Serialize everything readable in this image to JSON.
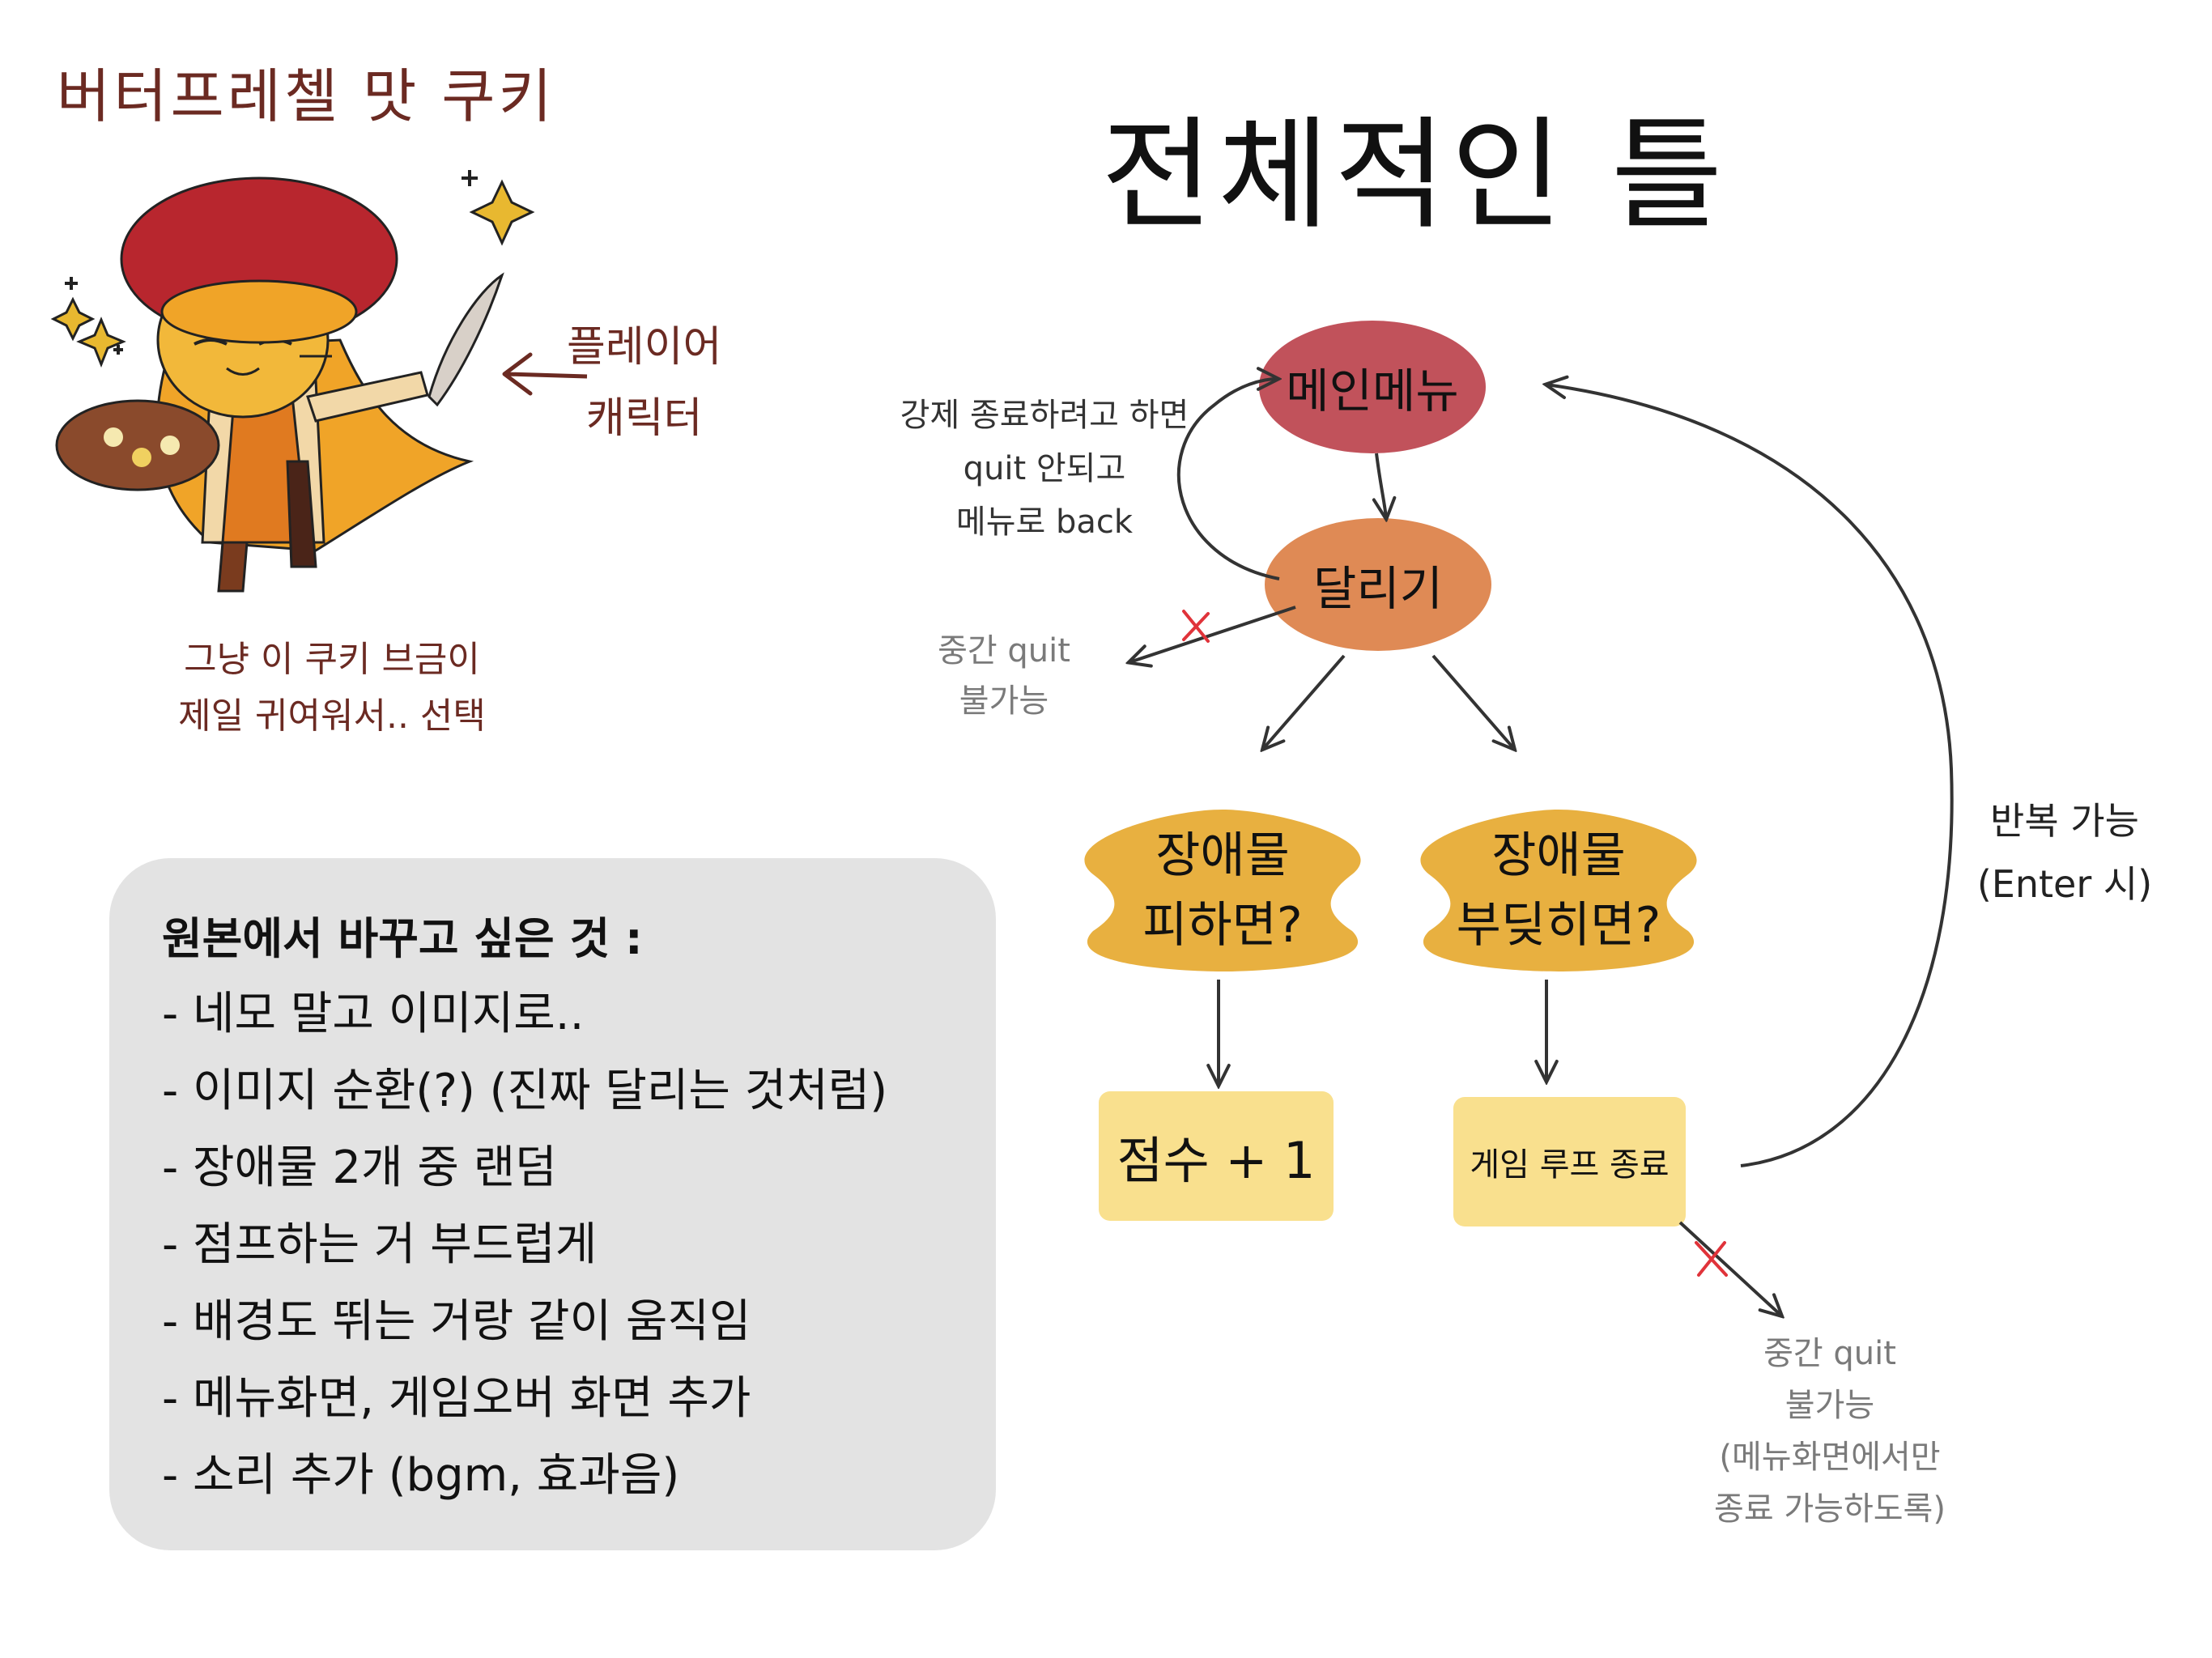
{
  "cookie": {
    "title": "버터프레첼 맛 쿠키",
    "player_label_line1": "플레이어",
    "player_label_line2": "캐릭터",
    "note_line1": "그냥 이 쿠키 브금이",
    "note_line2": "제일 귀여워서.. 선택"
  },
  "diagram": {
    "title": "전체적인 틀",
    "nodes": {
      "main_menu": "메인메뉴",
      "run": "달리기",
      "avoid_line1": "장애물",
      "avoid_line2": "피하면?",
      "hit_line1": "장애물",
      "hit_line2": "부딪히면?",
      "score": "점수 + 1",
      "end_loop": "게임 루프 종료"
    },
    "notes": {
      "force_quit_line1": "강제 종료하려고 하면",
      "force_quit_line2": "quit 안되고",
      "force_quit_line3": "메뉴로 back",
      "mid_quit1_line1": "중간 quit",
      "mid_quit1_line2": "불가능",
      "mid_quit2_line1": "중간 quit",
      "mid_quit2_line2": "불가능",
      "mid_quit2_line3": "(메뉴화면에서만",
      "mid_quit2_line4": "종료 가능하도록)",
      "repeat_line1": "반복 가능",
      "repeat_line2": "(Enter 시)"
    },
    "colors": {
      "main_menu": "#c1525b",
      "run": "#df8a55",
      "diamond": "#e8b040",
      "score": "#f9e08e",
      "end_loop": "#f9e08e",
      "x_mark": "#e0333a"
    }
  },
  "changes": {
    "heading": "원본에서 바꾸고 싶은 것 :",
    "items": [
      "- 네모 말고 이미지로..",
      "- 이미지 순환(?) (진짜 달리는 것처럼)",
      "- 장애물 2개 중 랜덤",
      "- 점프하는 거 부드럽게",
      "- 배경도 뛰는 거랑 같이 움직임",
      "- 메뉴화면, 게임오버 화면 추가",
      "- 소리 추가 (bgm, 효과음)"
    ]
  }
}
